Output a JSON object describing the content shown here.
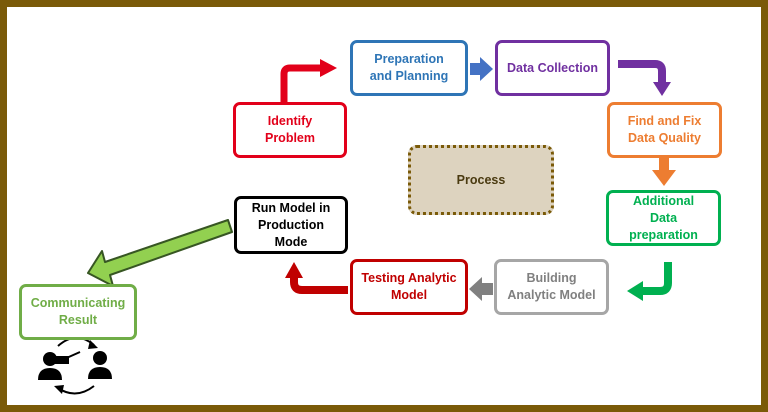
{
  "colors": {
    "frame": "#7a5a08",
    "red": "#e2001a",
    "blue": "#2e75b6",
    "purple": "#7030a0",
    "orange": "#ed7d31",
    "green": "#00b050",
    "gray": "#808080",
    "darkred": "#c00000",
    "black": "#000000",
    "lightgreen": "#70ad47"
  },
  "steps": {
    "identify": "Identify\nProblem",
    "preparation": "Preparation\nand Planning",
    "collection": "Data Collection",
    "quality": "Find and Fix\nData Quality",
    "additional": "Additional\nData\npreparation",
    "building": "Building\nAnalytic Model",
    "testing": "Testing Analytic\nModel",
    "run": "Run Model in\nProduction\nMode",
    "communicating": "Communicating\nResult"
  },
  "center": {
    "label": "Process"
  }
}
